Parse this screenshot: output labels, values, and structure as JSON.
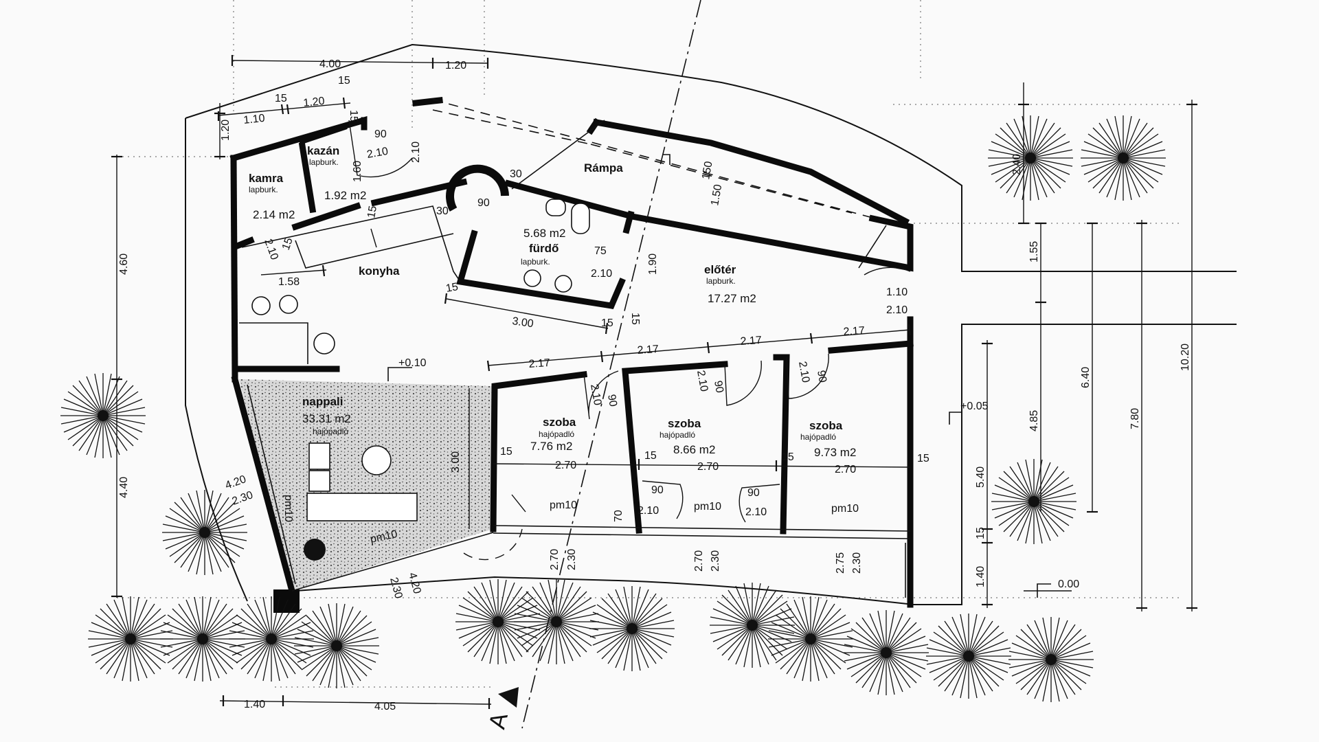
{
  "rooms": {
    "kamra": {
      "name": "kamra",
      "finish": "lapburk.",
      "area": "2.14 m2"
    },
    "kazan": {
      "name": "kazán",
      "finish": "lapburk.",
      "area": "1.92 m2"
    },
    "furdo": {
      "name": "fürdő",
      "finish": "lapburk.",
      "area": "5.68 m2"
    },
    "konyha": {
      "name": "konyha"
    },
    "eloter": {
      "name": "előtér",
      "finish": "lapburk.",
      "area": "17.27 m2"
    },
    "rampa": {
      "name": "Rámpa"
    },
    "nappali": {
      "name": "nappali",
      "finish": "hajópadló",
      "area": "33.31 m2"
    },
    "szoba1": {
      "name": "szoba",
      "finish": "hajópadló",
      "area": "7.76 m2"
    },
    "szoba2": {
      "name": "szoba",
      "finish": "hajópadló",
      "area": "8.66 m2"
    },
    "szoba3": {
      "name": "szoba",
      "finish": "hajópadló",
      "area": "9.73 m2"
    }
  },
  "levels": {
    "main": "+0.10",
    "entrance": "+0.05",
    "ground": "0.00"
  },
  "section_mark": "A",
  "parapets": {
    "nappali_1": "pm10",
    "nappali_2": "pm10",
    "szoba1": "pm10",
    "szoba2": "pm10",
    "szoba3": "pm10"
  },
  "dims": {
    "top_400": "4.00",
    "top_120": "1.20",
    "r2_15a": "15",
    "r2_15b": "15",
    "r2_110": "1.10",
    "r2_120": "1.20",
    "left_120": "1.20",
    "left_460": "4.60",
    "left_440": "4.40",
    "bot_140": "1.40",
    "bot_405": "4.05",
    "kazan_15": "15",
    "kazan_90": "90",
    "kazan_210": "2.10",
    "kazan_160": "1.60",
    "kazan_210b": "2.10",
    "kazan_15b": "15",
    "konyha_210": "2.10",
    "konyha_158": "1.58",
    "konyha_15": "15",
    "furdo_30a": "30",
    "furdo_90": "90",
    "furdo_30b": "30",
    "furdo_75": "75",
    "furdo_210": "2.10",
    "furdo_15": "15",
    "furdo_300": "3.00",
    "eloter_190": "1.90",
    "eloter_15a": "15",
    "eloter_15b": "15",
    "rampa_150a": "150",
    "rampa_150b": "1.50",
    "entry_110": "1.10",
    "entry_210": "2.10",
    "corr_217a": "2.17",
    "corr_217b": "2.17",
    "corr_217c": "2.17",
    "corr_217d": "2.17",
    "d1_210": "2.10",
    "d1_90": "90",
    "d2_210": "2.10",
    "d2_90": "90",
    "d3_210": "2.10",
    "d3_90": "90",
    "room_270a": "2.70",
    "room_270b": "2.70",
    "room_270c": "2.70",
    "w15a": "15",
    "w15b": "15",
    "w15c": "15",
    "w15d": "15",
    "rd1_90": "90",
    "rd1_210": "2.10",
    "rd2_90": "90",
    "rd2_210": "2.10",
    "rd_70": "70",
    "nappali_300": "3.00",
    "nappali_420": "4.20",
    "nappali_230": "2.30",
    "nappali_420b": "4.20",
    "nappali_230b": "2.30",
    "win1_270": "2.70",
    "win1_230": "2.30",
    "win2_270": "2.70",
    "win2_230": "2.30",
    "win3_275": "2.75",
    "win3_230": "2.30",
    "right_240": "2.40",
    "right_155": "1.55",
    "right_485": "4.85",
    "right_540": "5.40",
    "right_15": "15",
    "right_140": "1.40",
    "right_640": "6.40",
    "right_780": "7.80",
    "right_1020": "10.20"
  }
}
